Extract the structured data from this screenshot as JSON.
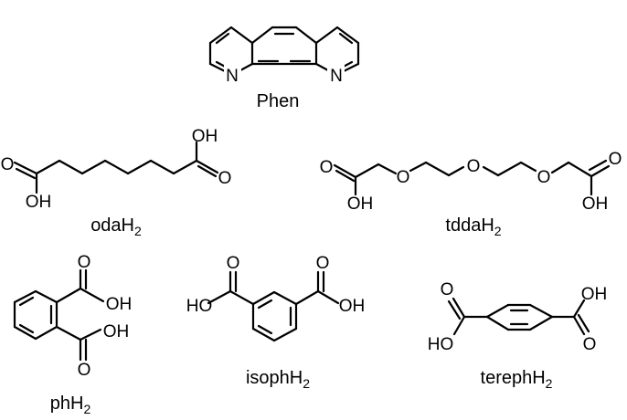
{
  "atoms": {
    "nitrogen": "N",
    "oxygen": "O",
    "hydroxyl_right": "OH",
    "hydroxyl_left": "HO"
  },
  "compounds": [
    {
      "id": "phen",
      "name": "Phen",
      "sub": ""
    },
    {
      "id": "oda",
      "name": "odaH",
      "sub": "2"
    },
    {
      "id": "tdda",
      "name": "tddaH",
      "sub": "2"
    },
    {
      "id": "ph",
      "name": "phH",
      "sub": "2"
    },
    {
      "id": "isoph",
      "name": "isophH",
      "sub": "2"
    },
    {
      "id": "tereph",
      "name": "terephH",
      "sub": "2"
    }
  ]
}
